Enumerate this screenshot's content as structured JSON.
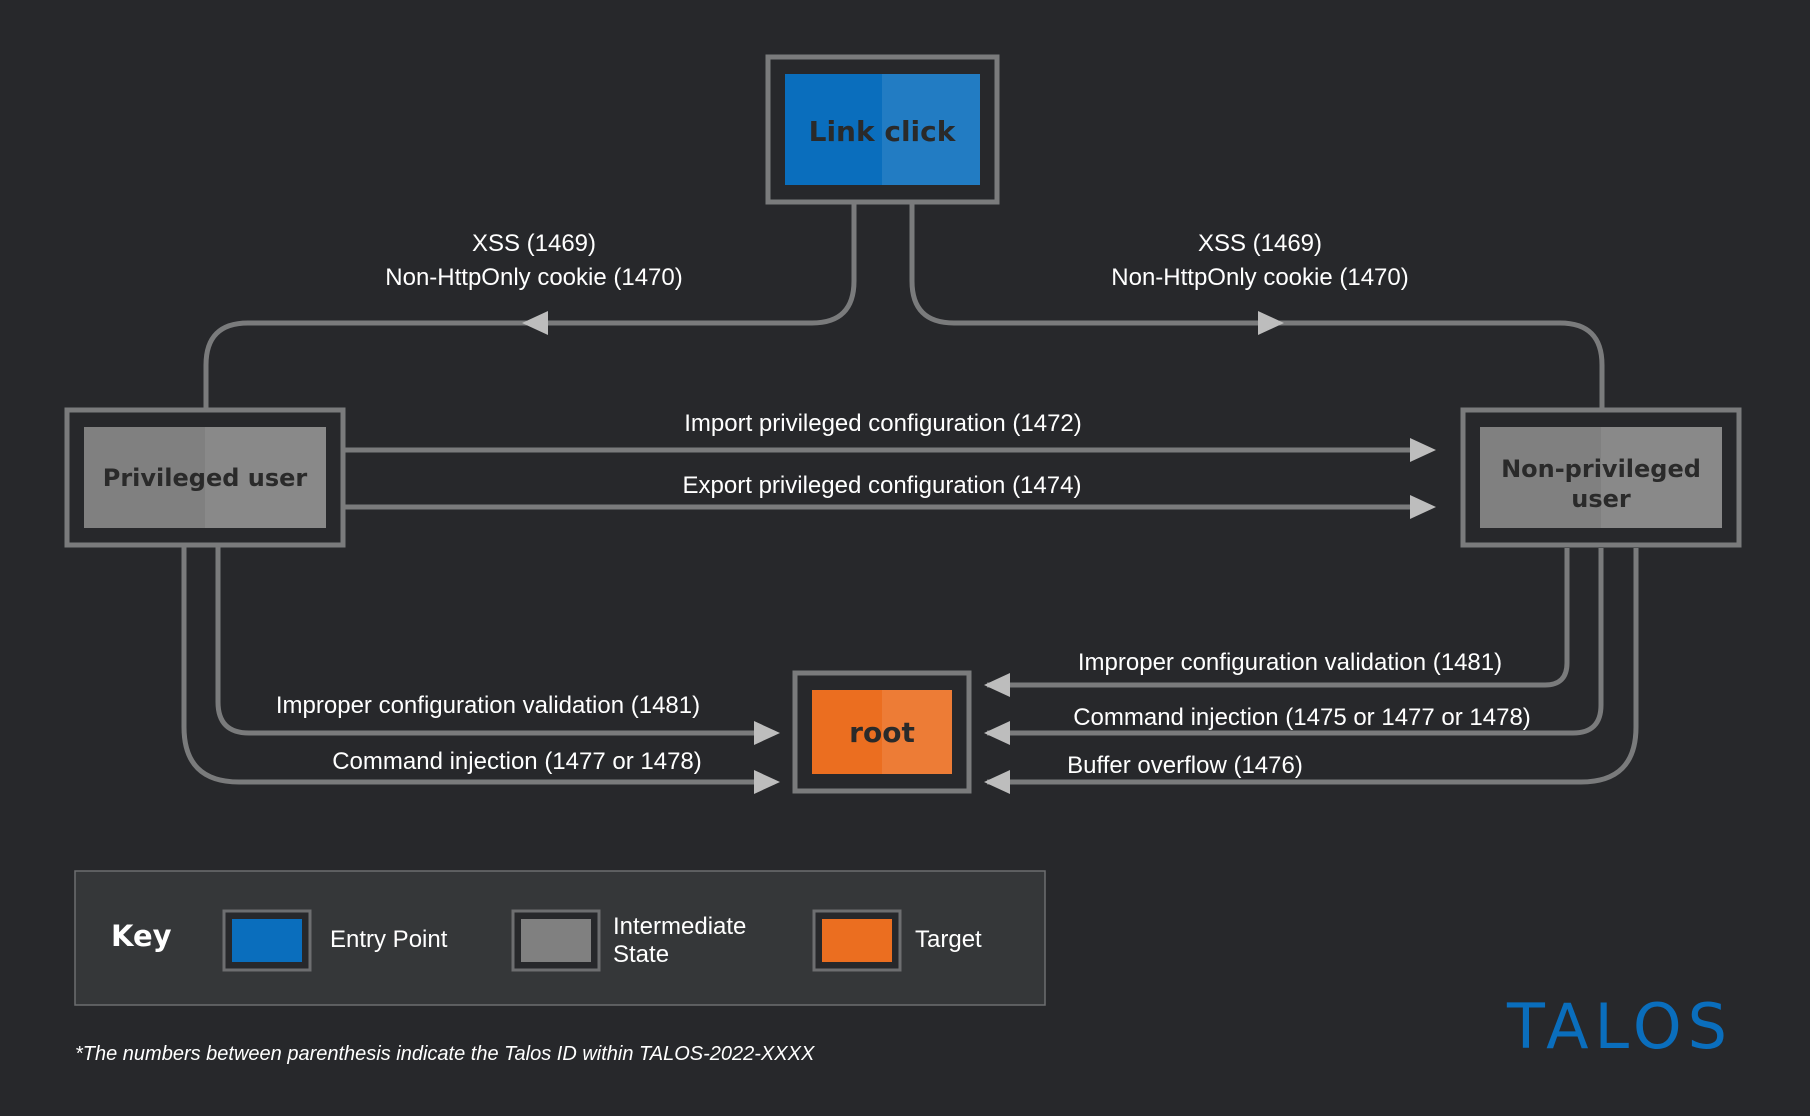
{
  "nodes": {
    "entry": {
      "label": "Link click",
      "color": "#0a6ebd"
    },
    "privileged": {
      "label": "Privileged user",
      "color": "#808080"
    },
    "nonprivileged": {
      "label_line1": "Non-privileged",
      "label_line2": "user",
      "color": "#808080"
    },
    "target": {
      "label": "root",
      "color": "#eb6e20"
    }
  },
  "edges": {
    "left_top_1": "XSS (1469)",
    "left_top_2": "Non-HttpOnly cookie (1470)",
    "right_top_1": "XSS (1469)",
    "right_top_2": "Non-HttpOnly cookie (1470)",
    "import": "Import privileged configuration (1472)",
    "export": "Export privileged configuration (1474)",
    "priv_improper": "Improper configuration validation (1481)",
    "priv_cmd": "Command injection (1477 or 1478)",
    "np_improper": "Improper configuration validation (1481)",
    "np_cmd": "Command injection (1475 or 1477 or 1478)",
    "np_buffer": "Buffer overflow (1476)"
  },
  "key": {
    "title": "Key",
    "entry_label": "Entry Point",
    "intermediate_label_1": "Intermediate",
    "intermediate_label_2": "State",
    "target_label": "Target"
  },
  "footnote": "*The numbers between parenthesis indicate the Talos ID within TALOS-2022-XXXX",
  "logo": {
    "text": "TALOS",
    "color": "#0a6ebd"
  }
}
